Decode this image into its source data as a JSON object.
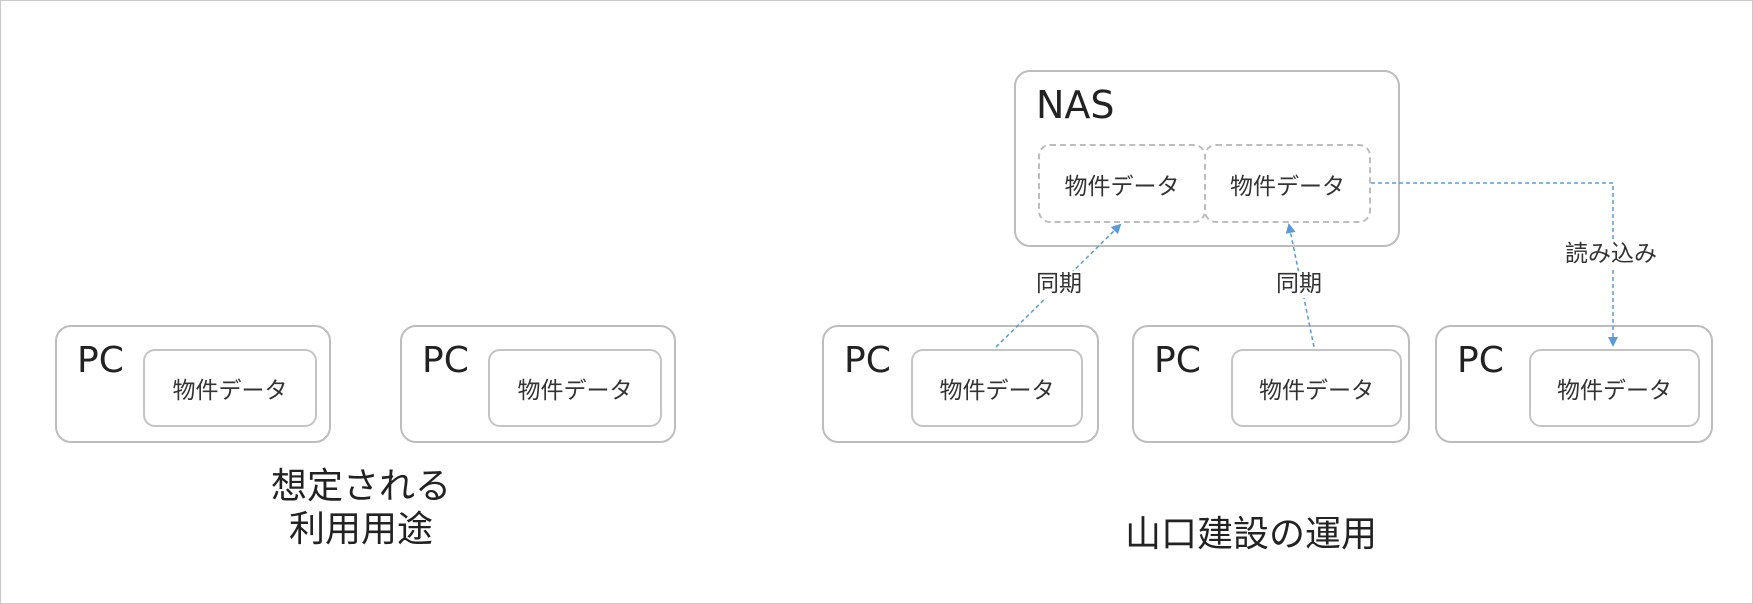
{
  "left_group": {
    "pcs": [
      {
        "label": "PC",
        "data_label": "物件データ"
      },
      {
        "label": "PC",
        "data_label": "物件データ"
      }
    ],
    "caption_line1": "想定される",
    "caption_line2": "利用用途"
  },
  "right_group": {
    "nas": {
      "label": "NAS",
      "data_labels": [
        "物件データ",
        "物件データ"
      ]
    },
    "pcs": [
      {
        "label": "PC",
        "data_label": "物件データ"
      },
      {
        "label": "PC",
        "data_label": "物件データ"
      },
      {
        "label": "PC",
        "data_label": "物件データ"
      }
    ],
    "arrow_labels": {
      "sync_1": "同期",
      "sync_2": "同期",
      "read": "読み込み"
    },
    "caption": "山口建設の運用"
  },
  "colors": {
    "arrow": "#5b9bd5",
    "box_border": "#bdbdbd"
  }
}
